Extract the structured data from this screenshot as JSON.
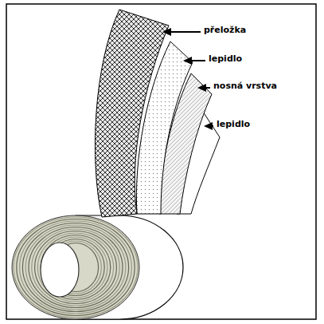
{
  "diagram": {
    "labels": [
      "přeložka",
      "lepidlo",
      "nosná vrstva",
      "lepidlo"
    ]
  }
}
